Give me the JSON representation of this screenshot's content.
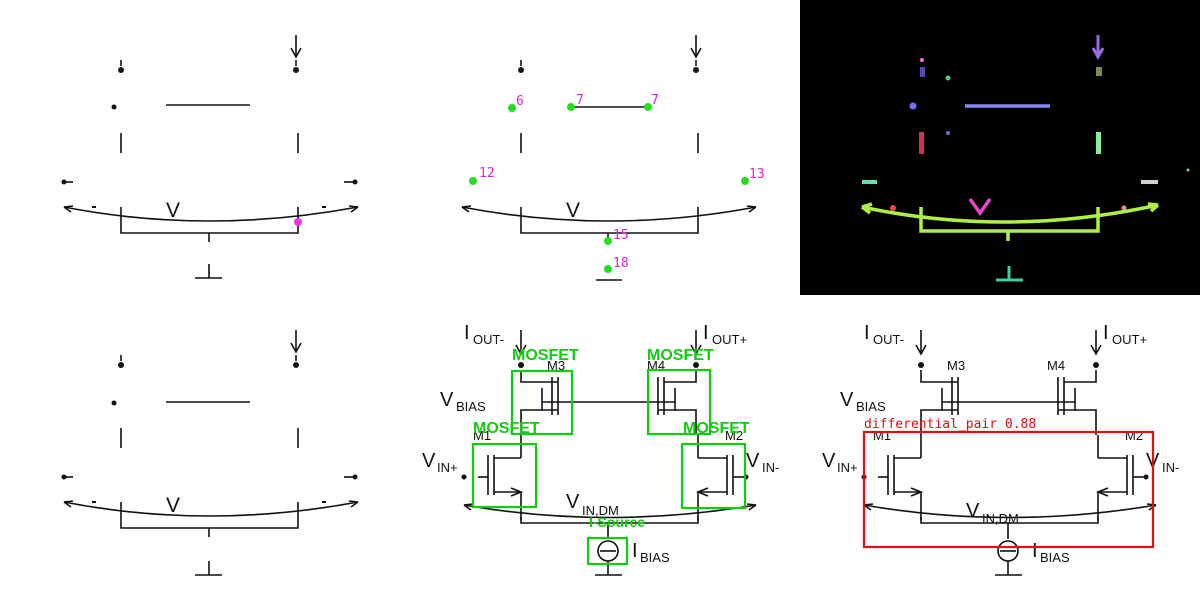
{
  "colors": {
    "point": "#22dd22",
    "point_label": "#dd22dd",
    "highlight_point": "#ee33ee",
    "detection_box": "#11cc11",
    "group_box": "#dd1111",
    "mask_bg": "#000000"
  },
  "panel1": {
    "v_label": "V"
  },
  "panel2": {
    "v_label": "V",
    "points": [
      "6",
      "7",
      "7",
      "12",
      "13",
      "15",
      "18"
    ]
  },
  "panel3": {
    "v_label": "V"
  },
  "panel4": {
    "v_label": "V"
  },
  "circuit": {
    "iout_minus_main": "I",
    "iout_minus_sub": "OUT-",
    "iout_plus_main": "I",
    "iout_plus_sub": "OUT+",
    "m1": "M1",
    "m2": "M2",
    "m3": "M3",
    "m4": "M4",
    "vbias_main": "V",
    "vbias_sub": "BIAS",
    "vin_plus_main": "V",
    "vin_plus_sub": "IN+",
    "vin_minus_main": "V",
    "vin_minus_sub": "IN-",
    "vindm_main": "V",
    "vindm_sub": "IN,DM",
    "ibias_main": "I",
    "ibias_sub": "BIAS"
  },
  "panel5": {
    "detections": [
      "MOSFET",
      "MOSFET",
      "MOSFET",
      "MOSFET",
      "I-Source"
    ]
  },
  "panel6": {
    "group_label": "differential_pair 0.88"
  }
}
